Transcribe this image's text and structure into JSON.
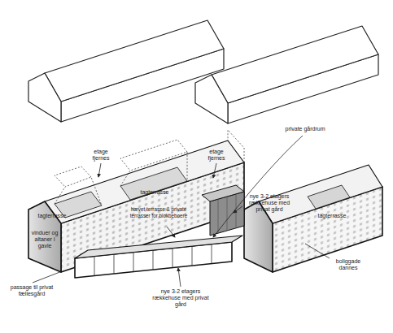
{
  "diagram": {
    "labels": [
      "private gårdrum",
      "etage fjernes",
      "etage fjernes",
      "tagterrasse",
      "nye 3-2 etagers rækkehuse med privat gård",
      "hævet terrasse & private terrasser for blokbeboere",
      "tagterrasse",
      "tagterrasse",
      "vinduer og altaner i gavle",
      "boliggade dannes",
      "passage til privat fællesgård",
      "nye 3-2 etagers rækkehuse med privat gård"
    ]
  }
}
